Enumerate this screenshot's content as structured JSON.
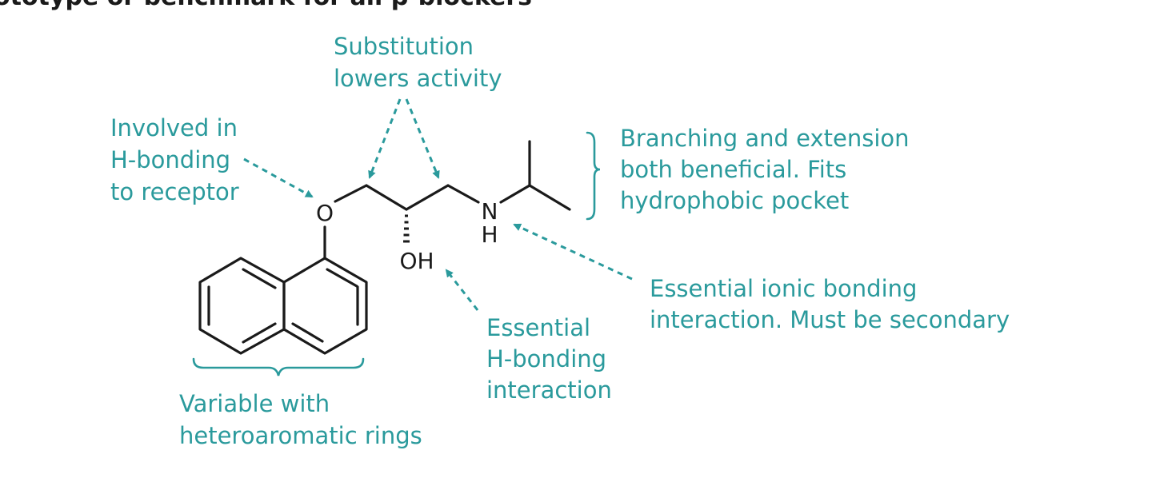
{
  "top_caption": "ototype or benchmark for all β-blockers",
  "colors": {
    "annotation": "#2a9a9c",
    "structure": "#1a1a1a",
    "top_caption": "#1a1a1a"
  },
  "atoms": {
    "oxygen": "O",
    "hydroxyl": "OH",
    "nitrogen": "N",
    "nitrogen_h": "H"
  },
  "annotations": {
    "substitution": [
      "Substitution",
      "lowers activity"
    ],
    "hbond_receptor": [
      "Involved in",
      "H-bonding",
      "to receptor"
    ],
    "branching": [
      "Branching  and extension",
      "both beneficial. Fits",
      "hydrophobic pocket"
    ],
    "ionic": [
      "Essential ionic bonding",
      "interaction. Must be secondary"
    ],
    "hbond_interaction": [
      "Essential",
      "H-bonding",
      "interaction"
    ],
    "variable": [
      "Variable with",
      "heteroaromatic rings"
    ]
  }
}
